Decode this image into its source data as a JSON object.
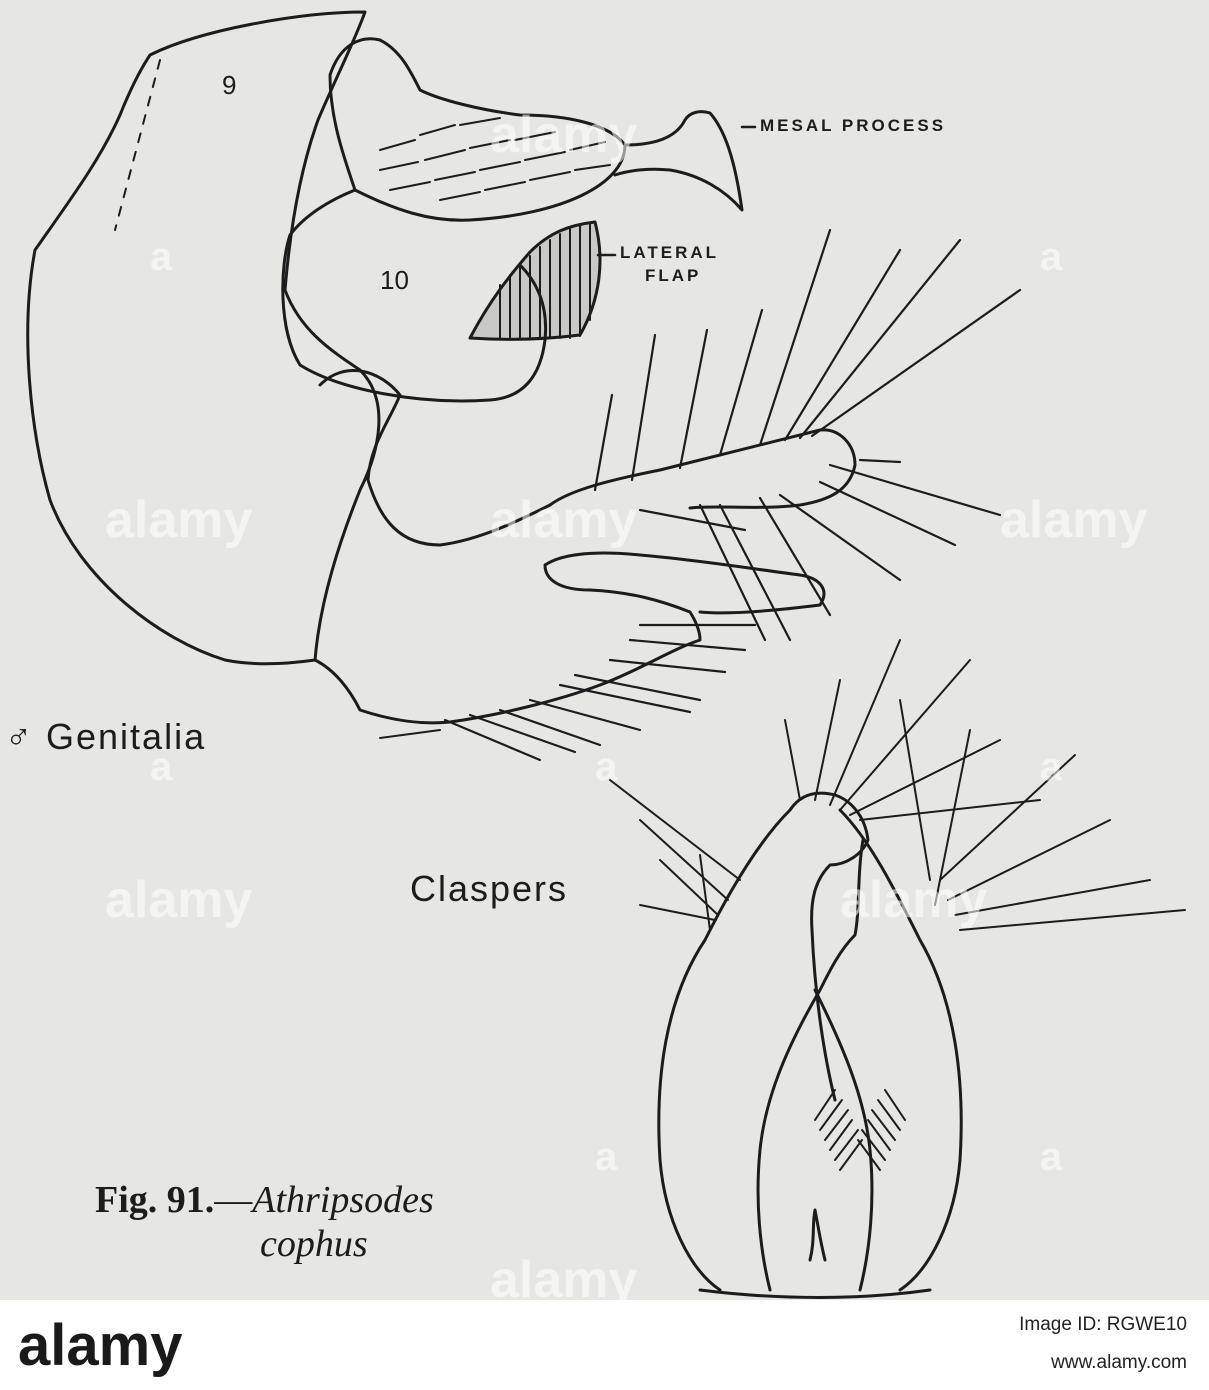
{
  "figure": {
    "labels": {
      "seg9": "9",
      "seg10": "10",
      "mesal": "MESAL PROCESS",
      "lateral1": "LATERAL",
      "lateral2": "FLAP",
      "genitalia": "♂ Genitalia",
      "claspers": "Claspers"
    },
    "caption": {
      "number": "Fig. 91.",
      "dash": "—",
      "genus": "Athripsodes",
      "species": "cophus"
    }
  },
  "watermark": {
    "text": "alamy",
    "letter": "a"
  },
  "footer": {
    "logo": "alamy",
    "image_id": "Image ID: RGWE10",
    "site": "www.alamy.com"
  },
  "colors": {
    "paper": "#e6e6e2",
    "ink": "#1c1c1c",
    "footer_bg": "#ffffff"
  }
}
